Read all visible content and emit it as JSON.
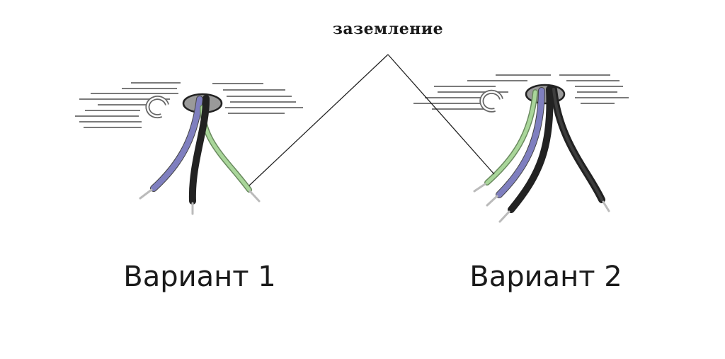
{
  "ground_label": "заземление",
  "variants": [
    {
      "label": "Вариант 1",
      "wire_colors": [
        "blue",
        "black",
        "green"
      ]
    },
    {
      "label": "Вариант 2",
      "wire_colors": [
        "green",
        "blue",
        "black",
        "black"
      ]
    }
  ],
  "colors": {
    "wire_blue": "#7f7fbf",
    "wire_black": "#222222",
    "wire_green": "#a9d69a",
    "ceiling_lines": "#7a7a7a",
    "hole": "#9a9a9a",
    "pointer_line": "#222222"
  }
}
